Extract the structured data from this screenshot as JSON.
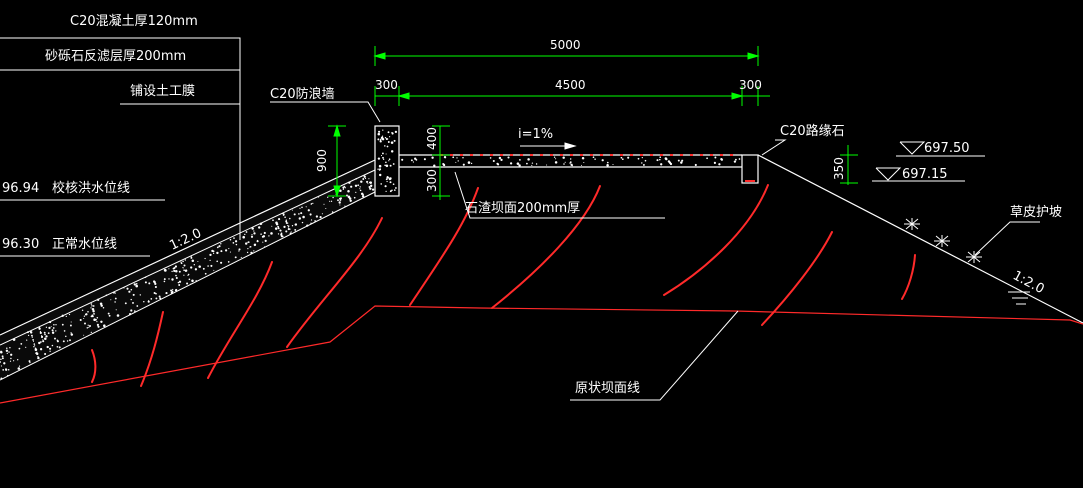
{
  "colors": {
    "background": "#000000",
    "lines": "#ffffff",
    "dimension": "#00ff00",
    "red": "#ff2a2a",
    "leader": "#ffffff"
  },
  "labels": {
    "c20_concrete": "C20混凝土厚120mm",
    "gravel_filter": "砂砾石反滤层厚200mm",
    "geomembrane": "铺设土工膜",
    "wave_wall": "C20防浪墙",
    "curb_stone": "C20路缘石",
    "flood_level_value": "96.94",
    "flood_level_text": "校核洪水位线",
    "normal_level_value": "96.30",
    "normal_level_text": "正常水位线",
    "crest_pavement": "石渣坝面200mm厚",
    "turf_slope": "草皮护坡",
    "original_ground": "原状坝面线",
    "slope_left": "1:2.0",
    "slope_right": "1:2.0",
    "grade": "i=1%"
  },
  "elevations": {
    "upper": "697.50",
    "lower": "697.15"
  },
  "dimensions": {
    "total_width": "5000",
    "inner_width": "4500",
    "left_wall": "300",
    "right_wall": "300",
    "wall_height": "900",
    "wall_above": "400",
    "wall_below": "300",
    "curb_height": "350"
  }
}
